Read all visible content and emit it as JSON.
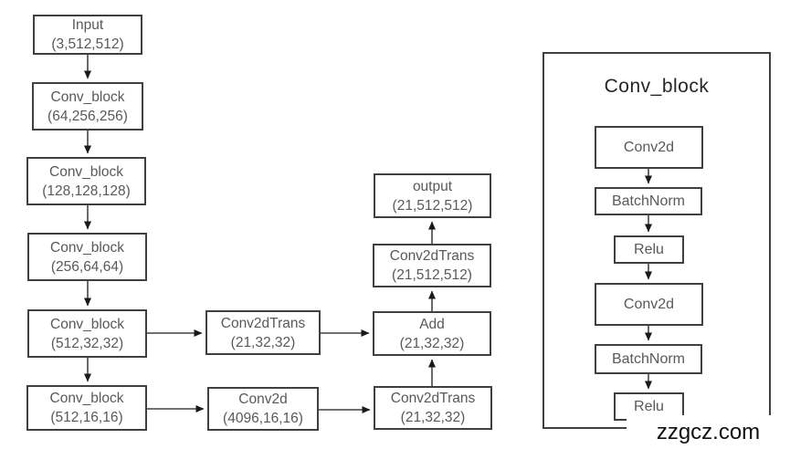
{
  "watermark": "zzgcz.com",
  "colors": {
    "box_border": "#3f3f3f",
    "box_text": "#595959",
    "panel_title_text": "#262626",
    "arrow": "#1a1a1a",
    "background": "#ffffff"
  },
  "main_diagram": {
    "encoder": [
      {
        "label": "Input",
        "shape": "(3,512,512)"
      },
      {
        "label": "Conv_block",
        "shape": "(64,256,256)"
      },
      {
        "label": "Conv_block",
        "shape": "(128,128,128)"
      },
      {
        "label": "Conv_block",
        "shape": "(256,64,64)"
      },
      {
        "label": "Conv_block",
        "shape": "(512,32,32)"
      },
      {
        "label": "Conv_block",
        "shape": "(512,16,16)"
      }
    ],
    "skip": [
      {
        "label": "Conv2dTrans",
        "shape": "(21,32,32)"
      },
      {
        "label": "Conv2d",
        "shape": "(4096,16,16)"
      }
    ],
    "decoder": [
      {
        "label": "output",
        "shape": "(21,512,512)"
      },
      {
        "label": "Conv2dTrans",
        "shape": "(21,512,512)"
      },
      {
        "label": "Add",
        "shape": "(21,32,32)"
      },
      {
        "label": "Conv2dTrans",
        "shape": "(21,32,32)"
      }
    ]
  },
  "conv_block_panel": {
    "title": "Conv_block",
    "layers": [
      "Conv2d",
      "BatchNorm",
      "Relu",
      "Conv2d",
      "BatchNorm",
      "Relu"
    ]
  }
}
